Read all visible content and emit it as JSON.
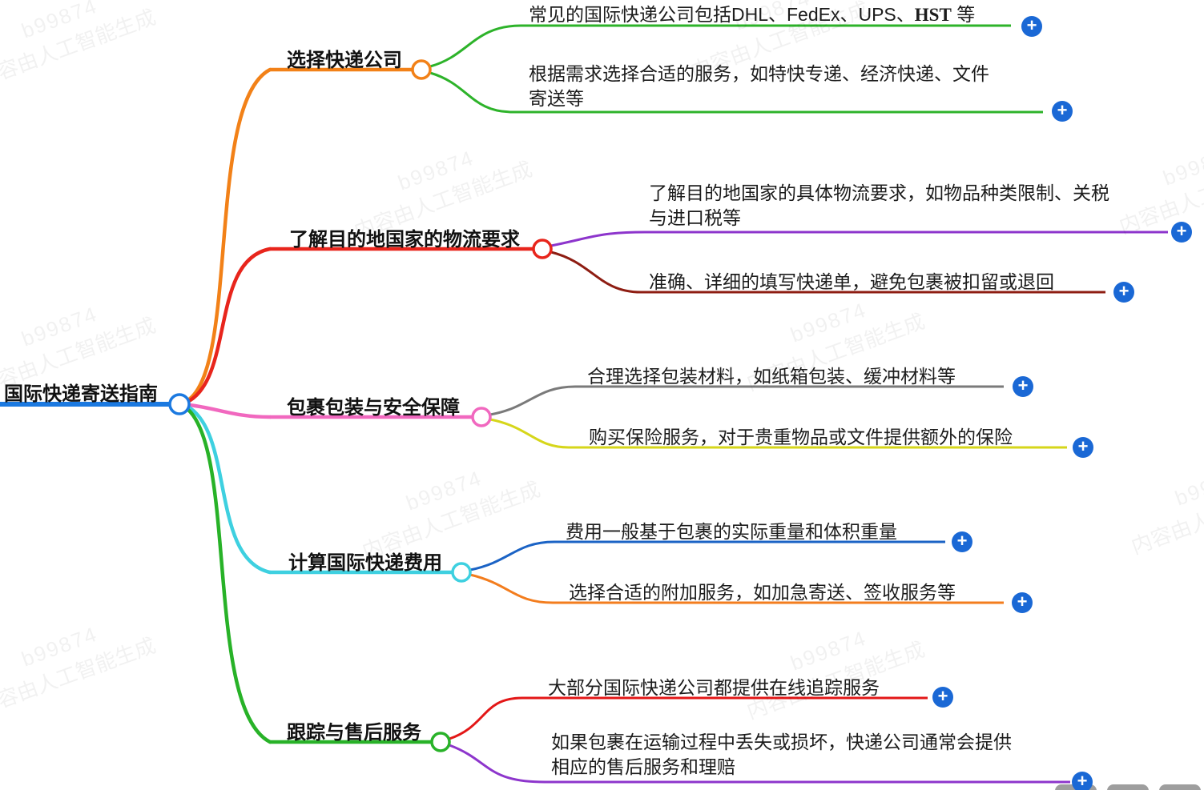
{
  "root": {
    "label": "国际快递寄送指南",
    "color": "#1b79e0"
  },
  "branches": [
    {
      "label": "选择快递公司",
      "color": "#f28118",
      "children": [
        {
          "prefix": "常见的国际快递公司包括DHL、FedEx、UPS、",
          "bold": "HST",
          "suffix": " 等",
          "color": "#2db32a"
        },
        {
          "lines": [
            "根据需求选择合适的服务，如特快专递、经济快递、文件",
            "寄送等"
          ],
          "color": "#2db32a"
        }
      ]
    },
    {
      "label": "了解目的地国家的物流要求",
      "color": "#e8251c",
      "children": [
        {
          "lines": [
            "了解目的地国家的具体物流要求，如物品种类限制、关税",
            "与进口税等"
          ],
          "color": "#8d35cc"
        },
        {
          "text": "准确、详细的填写快递单，避免包裹被扣留或退回",
          "color": "#8e1d12"
        }
      ]
    },
    {
      "label": "包裹包装与安全保障",
      "color": "#f168bf",
      "children": [
        {
          "text": "合理选择包装材料，如纸箱包装、缓冲材料等",
          "color": "#7a7a7a"
        },
        {
          "text": "购买保险服务，对于贵重物品或文件提供额外的保险",
          "color": "#d6d61a"
        }
      ]
    },
    {
      "label": "计算国际快递费用",
      "color": "#3ed0e0",
      "children": [
        {
          "text": "费用一般基于包裹的实际重量和体积重量",
          "color": "#1b63c5"
        },
        {
          "text": "选择合适的附加服务，如加急寄送、签收服务等",
          "color": "#f37d1e"
        }
      ]
    },
    {
      "label": "跟踪与售后服务",
      "color": "#28b228",
      "children": [
        {
          "text": "大部分国际快递公司都提供在线追踪服务",
          "color": "#e31717"
        },
        {
          "lines": [
            "如果包裹在运输过程中丢失或损坏，快递公司通常会提供",
            "相应的售后服务和理赔"
          ],
          "color": "#8d35cc"
        }
      ]
    }
  ],
  "plus_color": "#1a68d5",
  "toolbar": {
    "button_color": "#9e9e9e"
  },
  "watermark": {
    "line1": "b99874",
    "line2": "内容由人工智能生成"
  },
  "icons": {
    "expand": "+"
  }
}
